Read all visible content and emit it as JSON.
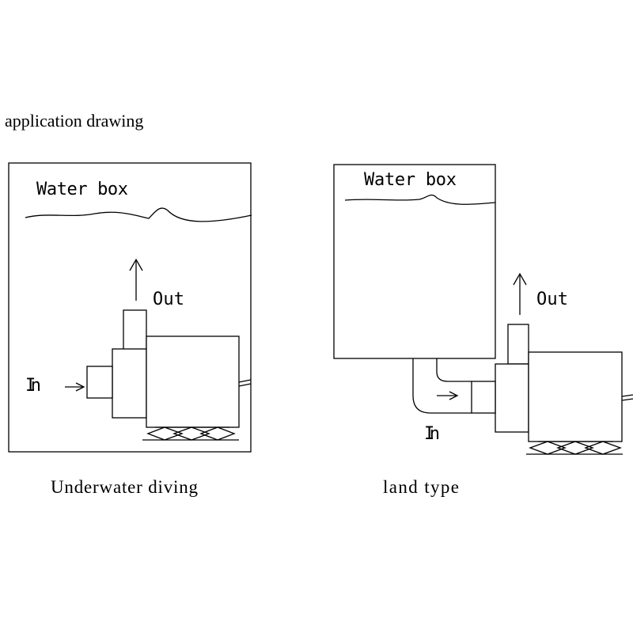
{
  "title": "application drawing",
  "left": {
    "box_label": "Water box",
    "in_label": "In",
    "out_label": "Out",
    "caption": "Underwater diving"
  },
  "right": {
    "box_label": "Water box",
    "in_label": "In",
    "out_label": "Out",
    "caption": "land type"
  },
  "colors": {
    "line": "#000000",
    "background": "#ffffff"
  }
}
